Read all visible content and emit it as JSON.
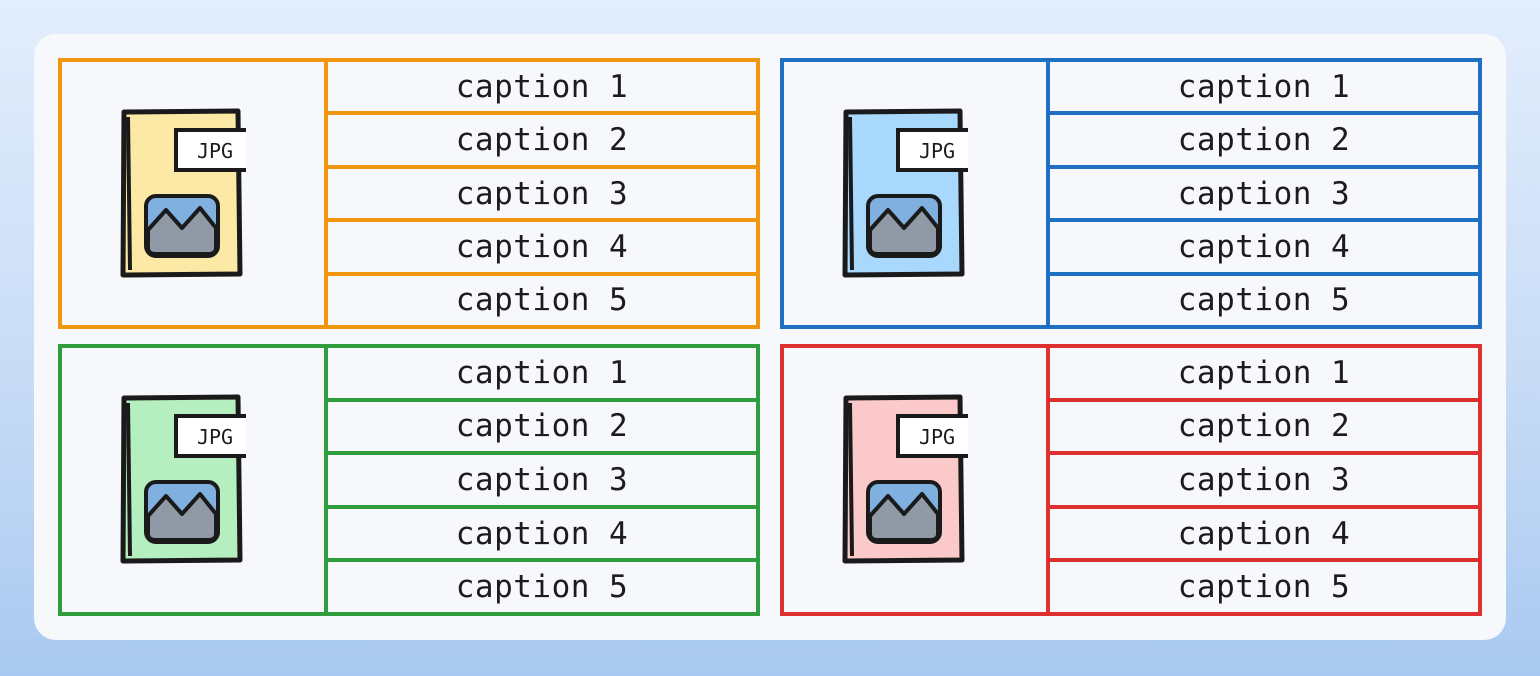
{
  "groups": [
    {
      "id": "orange",
      "color": "#f0960f",
      "fill": "#fde9a6",
      "file_label": "JPG",
      "captions": [
        "caption 1",
        "caption 2",
        "caption 3",
        "caption 4",
        "caption 5"
      ]
    },
    {
      "id": "blue",
      "color": "#1e70c3",
      "fill": "#a8d8fb",
      "file_label": "JPG",
      "captions": [
        "caption 1",
        "caption 2",
        "caption 3",
        "caption 4",
        "caption 5"
      ]
    },
    {
      "id": "green",
      "color": "#2f9c3e",
      "fill": "#b6efbf",
      "file_label": "JPG",
      "captions": [
        "caption 1",
        "caption 2",
        "caption 3",
        "caption 4",
        "caption 5"
      ]
    },
    {
      "id": "red",
      "color": "#dd3131",
      "fill": "#fbc9c9",
      "file_label": "JPG",
      "captions": [
        "caption 1",
        "caption 2",
        "caption 3",
        "caption 4",
        "caption 5"
      ]
    }
  ],
  "icons": {
    "file": "image-file-icon",
    "picture": "landscape-picture-icon"
  }
}
